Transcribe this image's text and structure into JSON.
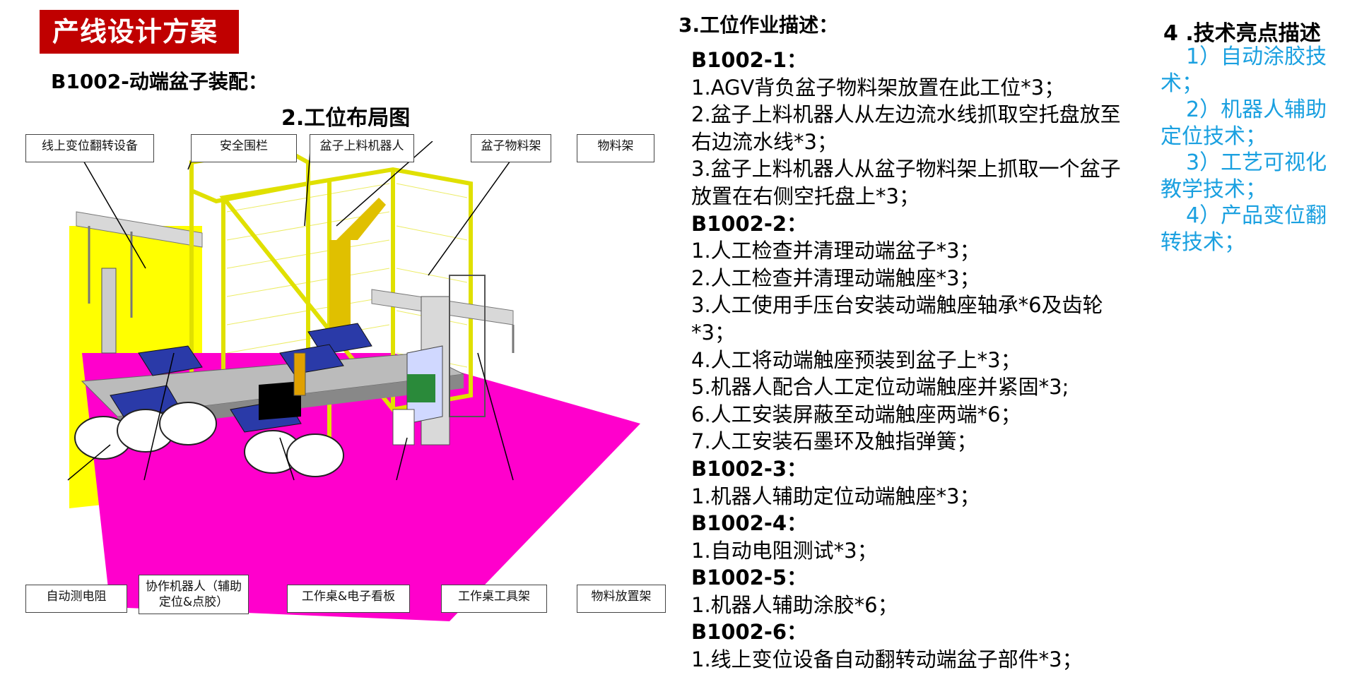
{
  "header": {
    "badge": "产线设计方案",
    "subtitle": "B1002-动端盆子装配：",
    "layout_title": "2.工位布局图"
  },
  "callouts": {
    "flip_device": "线上变位翻转设备",
    "safety_fence": "安全围栏",
    "loading_robot": "盆子上料机器人",
    "basin_rack": "盆子物料架",
    "material_rack": "物料架",
    "auto_resistance": "自动测电阻",
    "cobot": "协作机器人（辅助定位&点胶）",
    "workbench_board": "工作桌&电子看板",
    "workbench_tool_rack": "工作桌工具架",
    "material_place_rack": "物料放置架"
  },
  "section3": {
    "title": "3.工位作业描述：",
    "groups": [
      {
        "code": "B1002-1：",
        "steps": [
          "1.AGV背负盆子物料架放置在此工位*3；",
          "2.盆子上料机器人从左边流水线抓取空托盘放至右边流水线*3；",
          "3.盆子上料机器人从盆子物料架上抓取一个盆子放置在右侧空托盘上*3；"
        ]
      },
      {
        "code": "B1002-2：",
        "steps": [
          "1.人工检查并清理动端盆子*3；",
          "2.人工检查并清理动端触座*3；",
          "3.人工使用手压台安装动端触座轴承*6及齿轮*3；",
          "4.人工将动端触座预装到盆子上*3；",
          "5.机器人配合人工定位动端触座并紧固*3;",
          "6.人工安装屏蔽至动端触座两端*6；",
          "7.人工安装石墨环及触指弹簧；"
        ]
      },
      {
        "code": "B1002-3：",
        "steps": [
          "1.机器人辅助定位动端触座*3；"
        ]
      },
      {
        "code": "B1002-4：",
        "steps": [
          "1.自动电阻测试*3；"
        ]
      },
      {
        "code": "B1002-5：",
        "steps": [
          "1.机器人辅助涂胶*6；"
        ]
      },
      {
        "code": "B1002-6：",
        "steps": [
          "1.线上变位设备自动翻转动端盆子部件*3；"
        ]
      }
    ]
  },
  "section4": {
    "title": "4 .技术亮点描述",
    "items": [
      "1）自动涂胶技术；",
      "2）机器人辅助定位技术；",
      "3）工艺可视化教学技术；",
      "4）产品变位翻转技术；"
    ]
  },
  "colors": {
    "badge_bg": "#c00000",
    "highlight_text": "#1aa0e0",
    "floor_magenta": "#ff00cc",
    "floor_yellow": "#ffff00",
    "fence_yellow": "#f0f020"
  }
}
